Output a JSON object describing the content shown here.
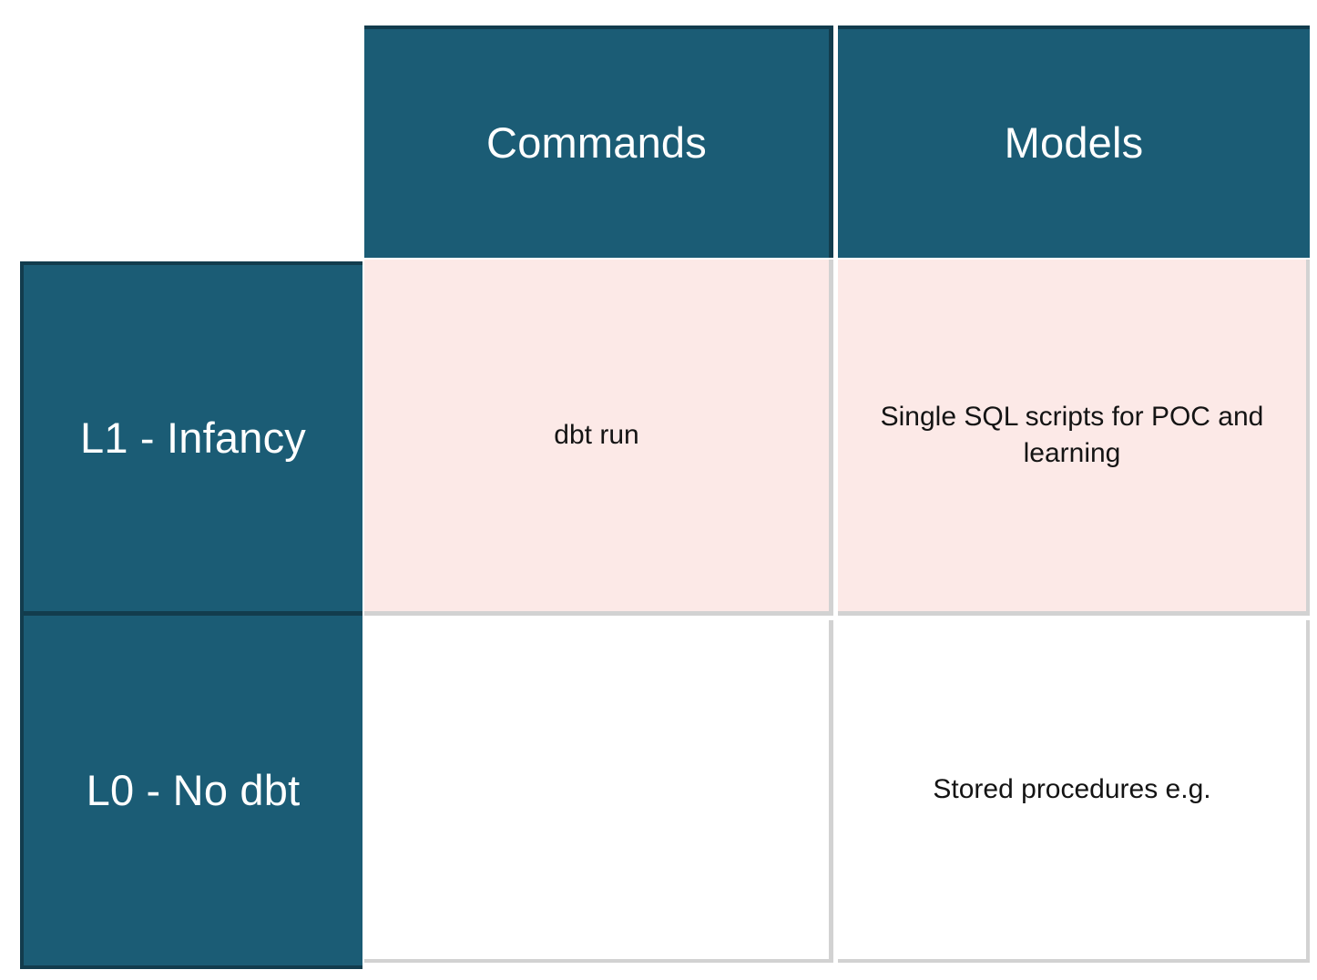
{
  "matrix": {
    "corner_label": "",
    "columns": [
      {
        "id": "commands",
        "label": "Commands"
      },
      {
        "id": "models",
        "label": "Models"
      }
    ],
    "rows": [
      {
        "id": "l1",
        "label": "L1 - Infancy",
        "fill": "#fce9e7",
        "cells": {
          "commands": "dbt run",
          "models": "Single SQL scripts for POC and learning"
        }
      },
      {
        "id": "l0",
        "label": "L0 - No dbt",
        "fill": "#ffffff",
        "cells": {
          "commands": "",
          "models": "Stored procedures e.g."
        }
      }
    ]
  },
  "colors": {
    "header_teal": "#1b5c75",
    "header_border": "#123c4d",
    "row_highlight_pink": "#fce9e7",
    "grid_gray": "#d2d2d2",
    "header_text": "#ffffff",
    "body_text": "#141414",
    "background": "#ffffff"
  }
}
